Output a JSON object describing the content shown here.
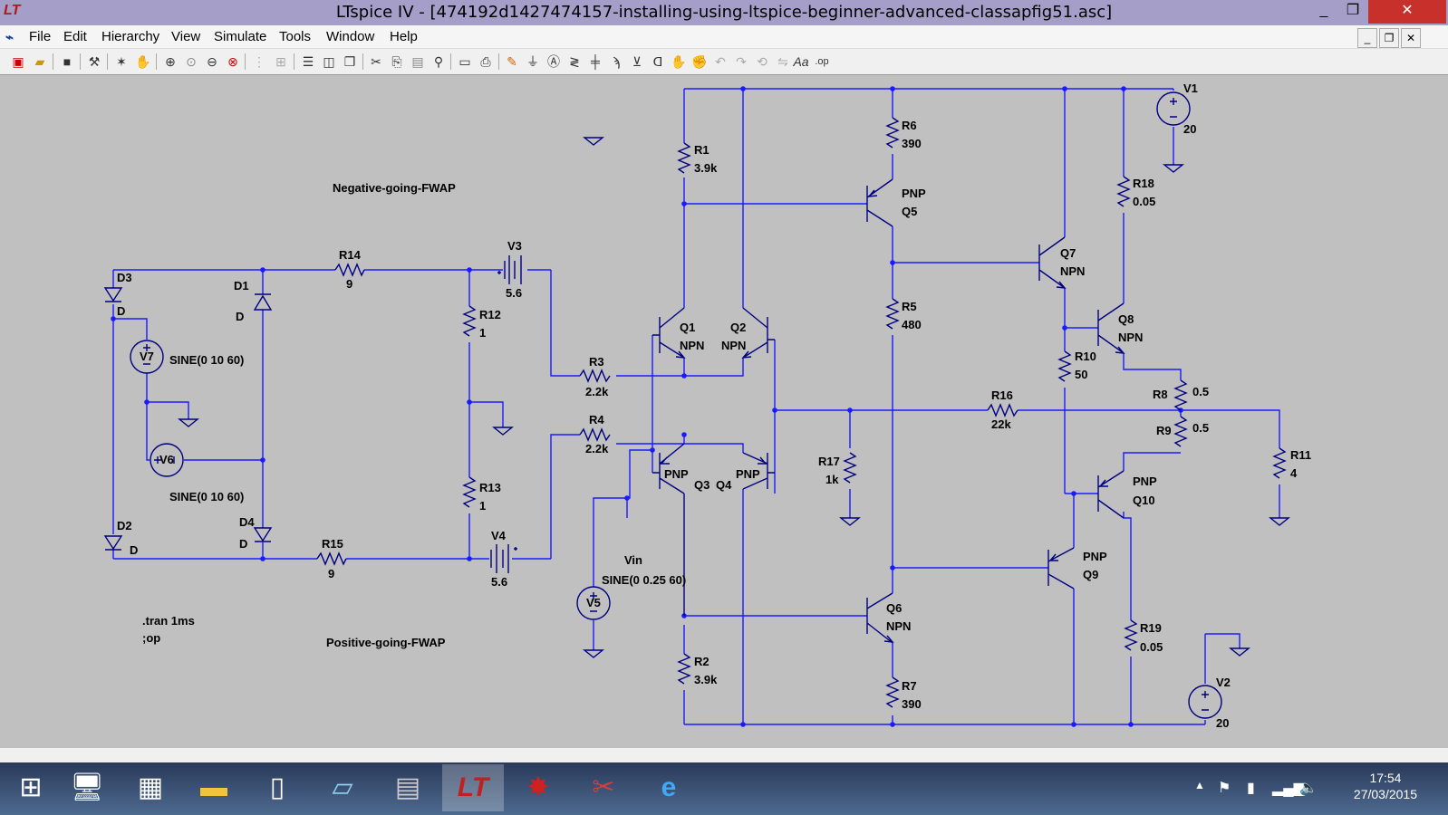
{
  "window": {
    "title": "LTspice IV - [474192d1427474157-installing-using-ltspice-beginner-advanced-classapfig51.asc]",
    "app_icon": "ltspice-logo",
    "controls": [
      "_",
      "❐",
      "✕"
    ]
  },
  "menu": {
    "items": [
      "File",
      "Edit",
      "Hierarchy",
      "View",
      "Simulate",
      "Tools",
      "Window",
      "Help"
    ],
    "mdi_controls": [
      "_",
      "❐",
      "✕"
    ]
  },
  "toolbar": {
    "icons": [
      "new-schematic-icon",
      "open-icon",
      "save-icon",
      "control-panel-icon",
      "run-icon",
      "halt-icon",
      "zoom-in-icon",
      "pan-icon",
      "zoom-out-icon",
      "zoom-fit-icon",
      "autorange-icon",
      "view-all-icon",
      "tile-horizontal-icon",
      "tile-vertical-icon",
      "cascade-icon",
      "cut-icon",
      "copy-icon",
      "paste-icon",
      "find-icon",
      "print-preview-icon",
      "print-icon",
      "wire-icon",
      "ground-icon",
      "label-icon",
      "resistor-icon",
      "capacitor-icon",
      "inductor-icon",
      "diode-icon",
      "component-icon",
      "move-icon",
      "drag-icon",
      "undo-icon",
      "redo-icon",
      "rotate-icon",
      "mirror-icon",
      "text-icon",
      "spice-directive-icon"
    ]
  },
  "schematic": {
    "wire_color": "#1a1aff",
    "texts": {
      "neg_fwap": "Negative-going-FWAP",
      "pos_fwap": "Positive-going-FWAP",
      "tran": ".tran 1ms",
      "op": ";op",
      "vin": "Vin"
    },
    "components": {
      "R1": [
        "R1",
        "3.9k"
      ],
      "R2": [
        "R2",
        "3.9k"
      ],
      "R3": [
        "R3",
        "2.2k"
      ],
      "R4": [
        "R4",
        "2.2k"
      ],
      "R5": [
        "R5",
        "480"
      ],
      "R6": [
        "R6",
        "390"
      ],
      "R7": [
        "R7",
        "390"
      ],
      "R8": [
        "R8",
        "0.5"
      ],
      "R9": [
        "R9",
        "0.5"
      ],
      "R10": [
        "R10",
        "50"
      ],
      "R11": [
        "R11",
        "4"
      ],
      "R12": [
        "R12",
        "1"
      ],
      "R13": [
        "R13",
        "1"
      ],
      "R14": [
        "R14",
        "9"
      ],
      "R15": [
        "R15",
        "9"
      ],
      "R16": [
        "R16",
        "22k"
      ],
      "R17": [
        "R17",
        "1k"
      ],
      "R18": [
        "R18",
        "0.05"
      ],
      "R19": [
        "R19",
        "0.05"
      ],
      "Q1": [
        "Q1",
        "NPN"
      ],
      "Q2": [
        "Q2",
        "NPN"
      ],
      "Q3": [
        "Q3",
        "PNP"
      ],
      "Q4": [
        "Q4",
        "PNP"
      ],
      "Q5": [
        "Q5",
        "PNP"
      ],
      "Q6": [
        "Q6",
        "NPN"
      ],
      "Q7": [
        "Q7",
        "NPN"
      ],
      "Q8": [
        "Q8",
        "NPN"
      ],
      "Q9": [
        "Q9",
        "PNP"
      ],
      "Q10": [
        "Q10",
        "PNP"
      ],
      "V1": [
        "V1",
        "20"
      ],
      "V2": [
        "V2",
        "20"
      ],
      "V3": [
        "V3",
        "5.6"
      ],
      "V4": [
        "V4",
        "5.6"
      ],
      "V5": [
        "V5",
        "SINE(0 0.25 60)"
      ],
      "V6": [
        "V6",
        "SINE(0 10 60)"
      ],
      "V7": [
        "V7",
        "SINE(0 10 60)"
      ],
      "D1": [
        "D1",
        "D"
      ],
      "D2": [
        "D2",
        "D"
      ],
      "D3": [
        "D3",
        "D"
      ],
      "D4": [
        "D4",
        "D"
      ]
    }
  },
  "taskbar": {
    "apps": [
      "windows-start-icon",
      "remote-desktop-icon",
      "firewall-icon",
      "file-explorer-icon",
      "document-icon",
      "notepad-icon",
      "calculator-icon",
      "ltspice-icon",
      "paint-splash-icon",
      "snipping-tool-icon",
      "internet-explorer-icon"
    ],
    "active_app": "ltspice-icon",
    "tray_icons": [
      "show-hidden-icon",
      "action-center-flag-icon",
      "power-icon",
      "network-icon",
      "volume-icon"
    ],
    "time": "17:54",
    "date": "27/03/2015"
  }
}
